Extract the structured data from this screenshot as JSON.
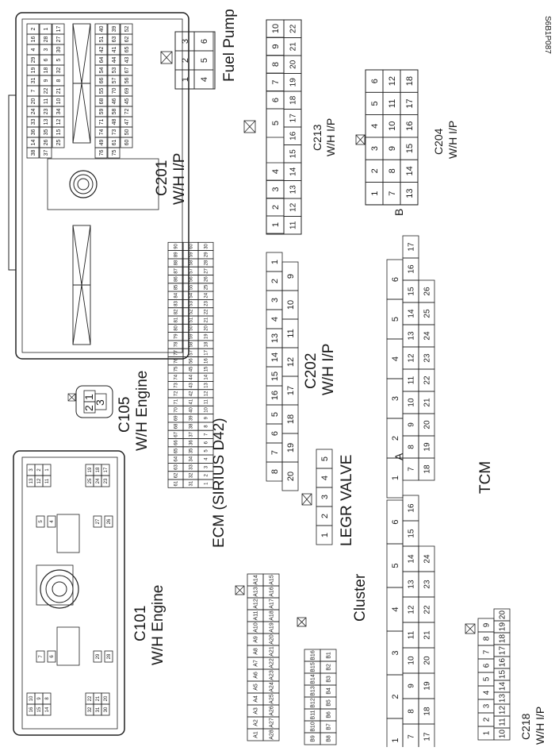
{
  "figure_code": "S6B1P087",
  "connectors": {
    "c201": {
      "name": "C201",
      "harness": "W/H I/P",
      "pins_top": [
        "2",
        "1",
        "17",
        "16",
        "28",
        "27",
        "4",
        "3",
        "30",
        "29",
        "6",
        "5",
        "19",
        "18",
        "32",
        "31",
        "9",
        "8",
        "7",
        "22",
        "21",
        "20",
        "11",
        "10",
        "24",
        "23",
        "34",
        "33",
        "13",
        "12",
        "36",
        "35",
        "15",
        "14",
        "26",
        "25",
        "38",
        "37"
      ],
      "pins_bottom": [
        "40",
        "39",
        "52",
        "51",
        "63",
        "62",
        "42",
        "41",
        "65",
        "64",
        "44",
        "43",
        "54",
        "53",
        "67",
        "66",
        "57",
        "56",
        "55",
        "70",
        "69",
        "68",
        "46",
        "45",
        "59",
        "58",
        "72",
        "71",
        "48",
        "47",
        "74",
        "73",
        "50",
        "49",
        "61",
        "60",
        "76",
        "75"
      ]
    },
    "fuel_pump": {
      "name": "Fuel Pump",
      "pins": [
        "3",
        "6",
        "2",
        "5",
        "1",
        "4"
      ]
    },
    "c213": {
      "name": "C213",
      "harness": "W/H I/P",
      "pins_a": [
        "10",
        "9",
        "8",
        "7",
        "6",
        "5",
        "4",
        "3",
        "2",
        "1"
      ],
      "pins_b": [
        "22",
        "21",
        "20",
        "19",
        "18",
        "17",
        "16",
        "15",
        "14",
        "13",
        "12",
        "11"
      ]
    },
    "c204": {
      "name": "C204",
      "harness": "W/H I/P",
      "pins": [
        "6",
        "5",
        "4",
        "3",
        "2",
        "1",
        "12",
        "11",
        "10",
        "9",
        "8",
        "7",
        "18",
        "17",
        "16",
        "15",
        "14",
        "13"
      ]
    },
    "c105": {
      "name": "C105",
      "harness": "W/H Engine",
      "pins": [
        "1",
        "2",
        "3"
      ]
    },
    "ecm": {
      "name": "ECM (SIRIUS D42)",
      "row_a": [
        "A1",
        "A2",
        "A3",
        "A4",
        "A5",
        "A6",
        "A7",
        "A8",
        "A9",
        "A10",
        "A11",
        "A12",
        "A13",
        "A14"
      ],
      "row_b": [
        "A28",
        "A27",
        "A26",
        "A25",
        "A24",
        "A23",
        "A22",
        "A21",
        "A20",
        "A19",
        "A18",
        "A17",
        "A16",
        "A15"
      ]
    },
    "c202": {
      "name": "C202",
      "harness": "W/H I/P",
      "pins_a": [
        "8",
        "7",
        "6",
        "5",
        "16",
        "15",
        "14",
        "13",
        "4",
        "3",
        "2",
        "1"
      ],
      "pins_b": [
        "20",
        "19",
        "18",
        "17",
        "12",
        "11",
        "10",
        "9"
      ]
    },
    "legr": {
      "name": "LEGR VALVE",
      "pins": [
        "1",
        "2",
        "3",
        "4",
        "5"
      ]
    },
    "c101": {
      "name": "C101",
      "harness": "W/H Engine",
      "pins": [
        "3",
        "2",
        "1",
        "13",
        "12",
        "11",
        "19",
        "18",
        "17",
        "25",
        "24",
        "23",
        "5",
        "4",
        "27",
        "26",
        "7",
        "6",
        "29",
        "28",
        "10",
        "9",
        "8",
        "16",
        "15",
        "14",
        "22",
        "21",
        "20",
        "32",
        "31",
        "30"
      ]
    },
    "cluster": {
      "name": "Cluster",
      "row_b": [
        "B9",
        "B10",
        "B11",
        "B12",
        "B13",
        "B14",
        "B15",
        "B16"
      ],
      "row_b2": [
        "B8",
        "B7",
        "B6",
        "B5",
        "B4",
        "B3",
        "B2",
        "B1"
      ]
    },
    "tcm": {
      "name": "TCM",
      "side_a": "A",
      "side_b": "B",
      "a_groups": [
        "1",
        "2",
        "3",
        "4",
        "5",
        "6"
      ],
      "a_row1": [
        "7",
        "8",
        "9",
        "10",
        "11",
        "12",
        "13",
        "14",
        "15",
        "16"
      ],
      "a_row2": [
        "17",
        "18",
        "19",
        "20",
        "21",
        "22",
        "23",
        "24"
      ],
      "b_groups": [
        "1",
        "2",
        "3",
        "4",
        "5",
        "6"
      ],
      "b_row1": [
        "7",
        "8",
        "9",
        "10",
        "11",
        "12",
        "13",
        "14",
        "15",
        "16",
        "17"
      ],
      "b_row2": [
        "18",
        "19",
        "20",
        "21",
        "22",
        "23",
        "24",
        "25",
        "26"
      ]
    },
    "c218": {
      "name": "C218",
      "harness": "W/H I/P",
      "pins_a": [
        "1",
        "2",
        "3",
        "4",
        "5",
        "6",
        "7",
        "8",
        "9"
      ],
      "pins_b": [
        "10",
        "11",
        "12",
        "13",
        "14",
        "15",
        "16",
        "17",
        "18",
        "19",
        "20"
      ]
    }
  },
  "ecm_grid": {
    "rows": [
      [
        "61",
        "62",
        "63",
        "64",
        "65",
        "66",
        "67",
        "68",
        "69",
        "70",
        "71",
        "72",
        "73",
        "74",
        "75",
        "76",
        "77",
        "78",
        "79",
        "80",
        "81",
        "82",
        "83",
        "84",
        "85",
        "86",
        "87",
        "88",
        "89",
        "90"
      ],
      [
        "31",
        "32",
        "33",
        "34",
        "35",
        "36",
        "37",
        "38",
        "39",
        "40",
        "41",
        "42",
        "43",
        "44",
        "45",
        "56",
        "57",
        "58",
        "59",
        "50",
        "51",
        "52",
        "53",
        "54",
        "55",
        "56",
        "57",
        "58",
        "59",
        "60"
      ],
      [
        "1",
        "2",
        "3",
        "4",
        "5",
        "6",
        "7",
        "8",
        "9",
        "10",
        "11",
        "12",
        "13",
        "14",
        "15",
        "16",
        "17",
        "18",
        "19",
        "20",
        "21",
        "22",
        "23",
        "24",
        "25",
        "26",
        "27",
        "28",
        "29",
        "30"
      ]
    ]
  }
}
